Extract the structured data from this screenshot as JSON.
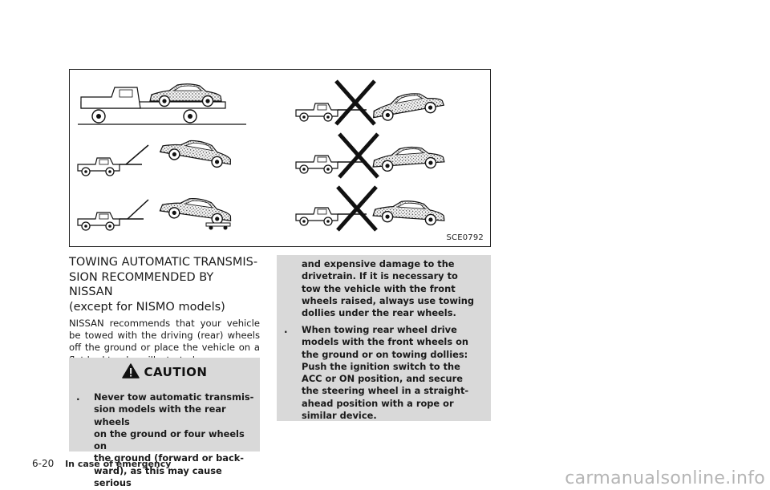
{
  "figure": {
    "code": "SCE0792",
    "panels": [
      {
        "name": "flatbed-truck",
        "allowed": true
      },
      {
        "name": "wheel-lift-rear-raised",
        "allowed": true
      },
      {
        "name": "wheel-lift-front-raised-dollies",
        "allowed": true
      },
      {
        "name": "tow-front-raised-rear-on-ground",
        "allowed": false
      },
      {
        "name": "tow-rear-raised",
        "allowed": false
      },
      {
        "name": "tow-front-raised",
        "allowed": false
      }
    ]
  },
  "heading": "TOWING AUTOMATIC TRANSMIS-\nSION RECOMMENDED BY NISSAN\n(except for NISMO models)",
  "intro": "NISSAN recommends that your vehicle be towed with the driving (rear) wheels off the ground or place the vehicle on a flat bed truck as illustrated.",
  "caution": {
    "title": "CAUTION",
    "icon": "warning-triangle-icon",
    "bullet_marker": ".",
    "left_text": "Never tow automatic transmis-\nsion models with the rear wheels\non the ground or four wheels on\nthe ground (forward or back-\nward), as this may cause serious",
    "right_text_1": "and expensive damage to the\ndrivetrain. If it is necessary to\ntow the vehicle with the front\nwheels raised, always use towing\ndollies under the rear wheels.",
    "right_text_2": "When towing rear wheel drive\nmodels with the front wheels on\nthe ground or on towing dollies:\nPush the ignition switch to the\nACC or ON position, and secure\nthe steering wheel in a straight-\nahead position with a rope or\nsimilar device."
  },
  "footer": {
    "page": "6-20",
    "section": "In case of emergency"
  },
  "watermark": "carmanualsonline.info",
  "colors": {
    "caution_bg": "#d9d9d9",
    "text": "#1a1a1a"
  }
}
